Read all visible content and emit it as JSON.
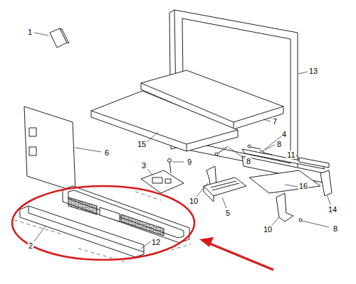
{
  "diagram": {
    "labels": [
      "1",
      "13",
      "4",
      "8",
      "11",
      "7",
      "15",
      "6",
      "9",
      "3",
      "8",
      "10",
      "16",
      "5",
      "14",
      "10",
      "8",
      "2",
      "12"
    ]
  }
}
